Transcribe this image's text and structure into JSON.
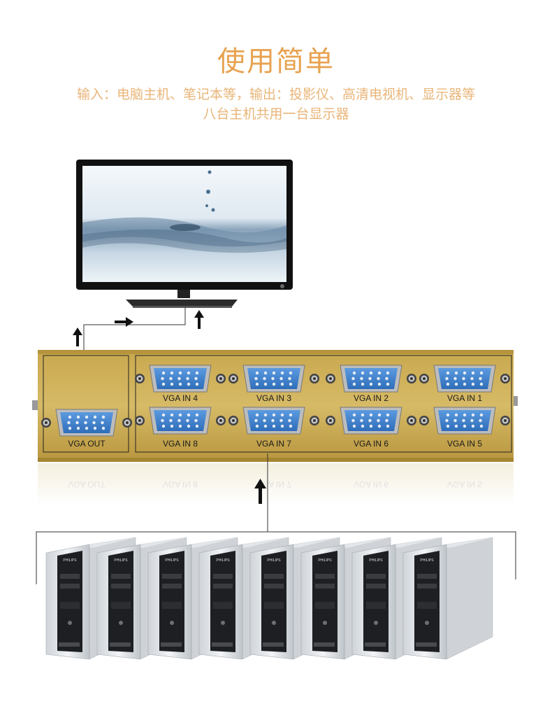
{
  "heading": "使用简单",
  "subtitle_line1": "输入：电脑主机、笔记本等，输出：投影仪、高清电视机、显示器等",
  "subtitle_line2": "八台主机共用一台显示器",
  "output_port": {
    "label": "VGA OUT"
  },
  "input_ports": [
    {
      "label": "VGA IN 4"
    },
    {
      "label": "VGA IN 3"
    },
    {
      "label": "VGA IN 2"
    },
    {
      "label": "VGA IN 1"
    },
    {
      "label": "VGA IN 8"
    },
    {
      "label": "VGA IN 7"
    },
    {
      "label": "VGA IN 6"
    },
    {
      "label": "VGA IN 5"
    }
  ],
  "tower_brand": "PHILIPS",
  "tower_count": 8,
  "colors": {
    "heading": "#e8a250",
    "subtitle": "#e9b578",
    "switch_body": "#d1b25a",
    "port_blue": "#3f7fcf"
  },
  "icons": [
    "monitor-icon",
    "vga-connector-icon",
    "computer-tower-icon",
    "arrow-up-icon",
    "arrow-right-icon"
  ]
}
